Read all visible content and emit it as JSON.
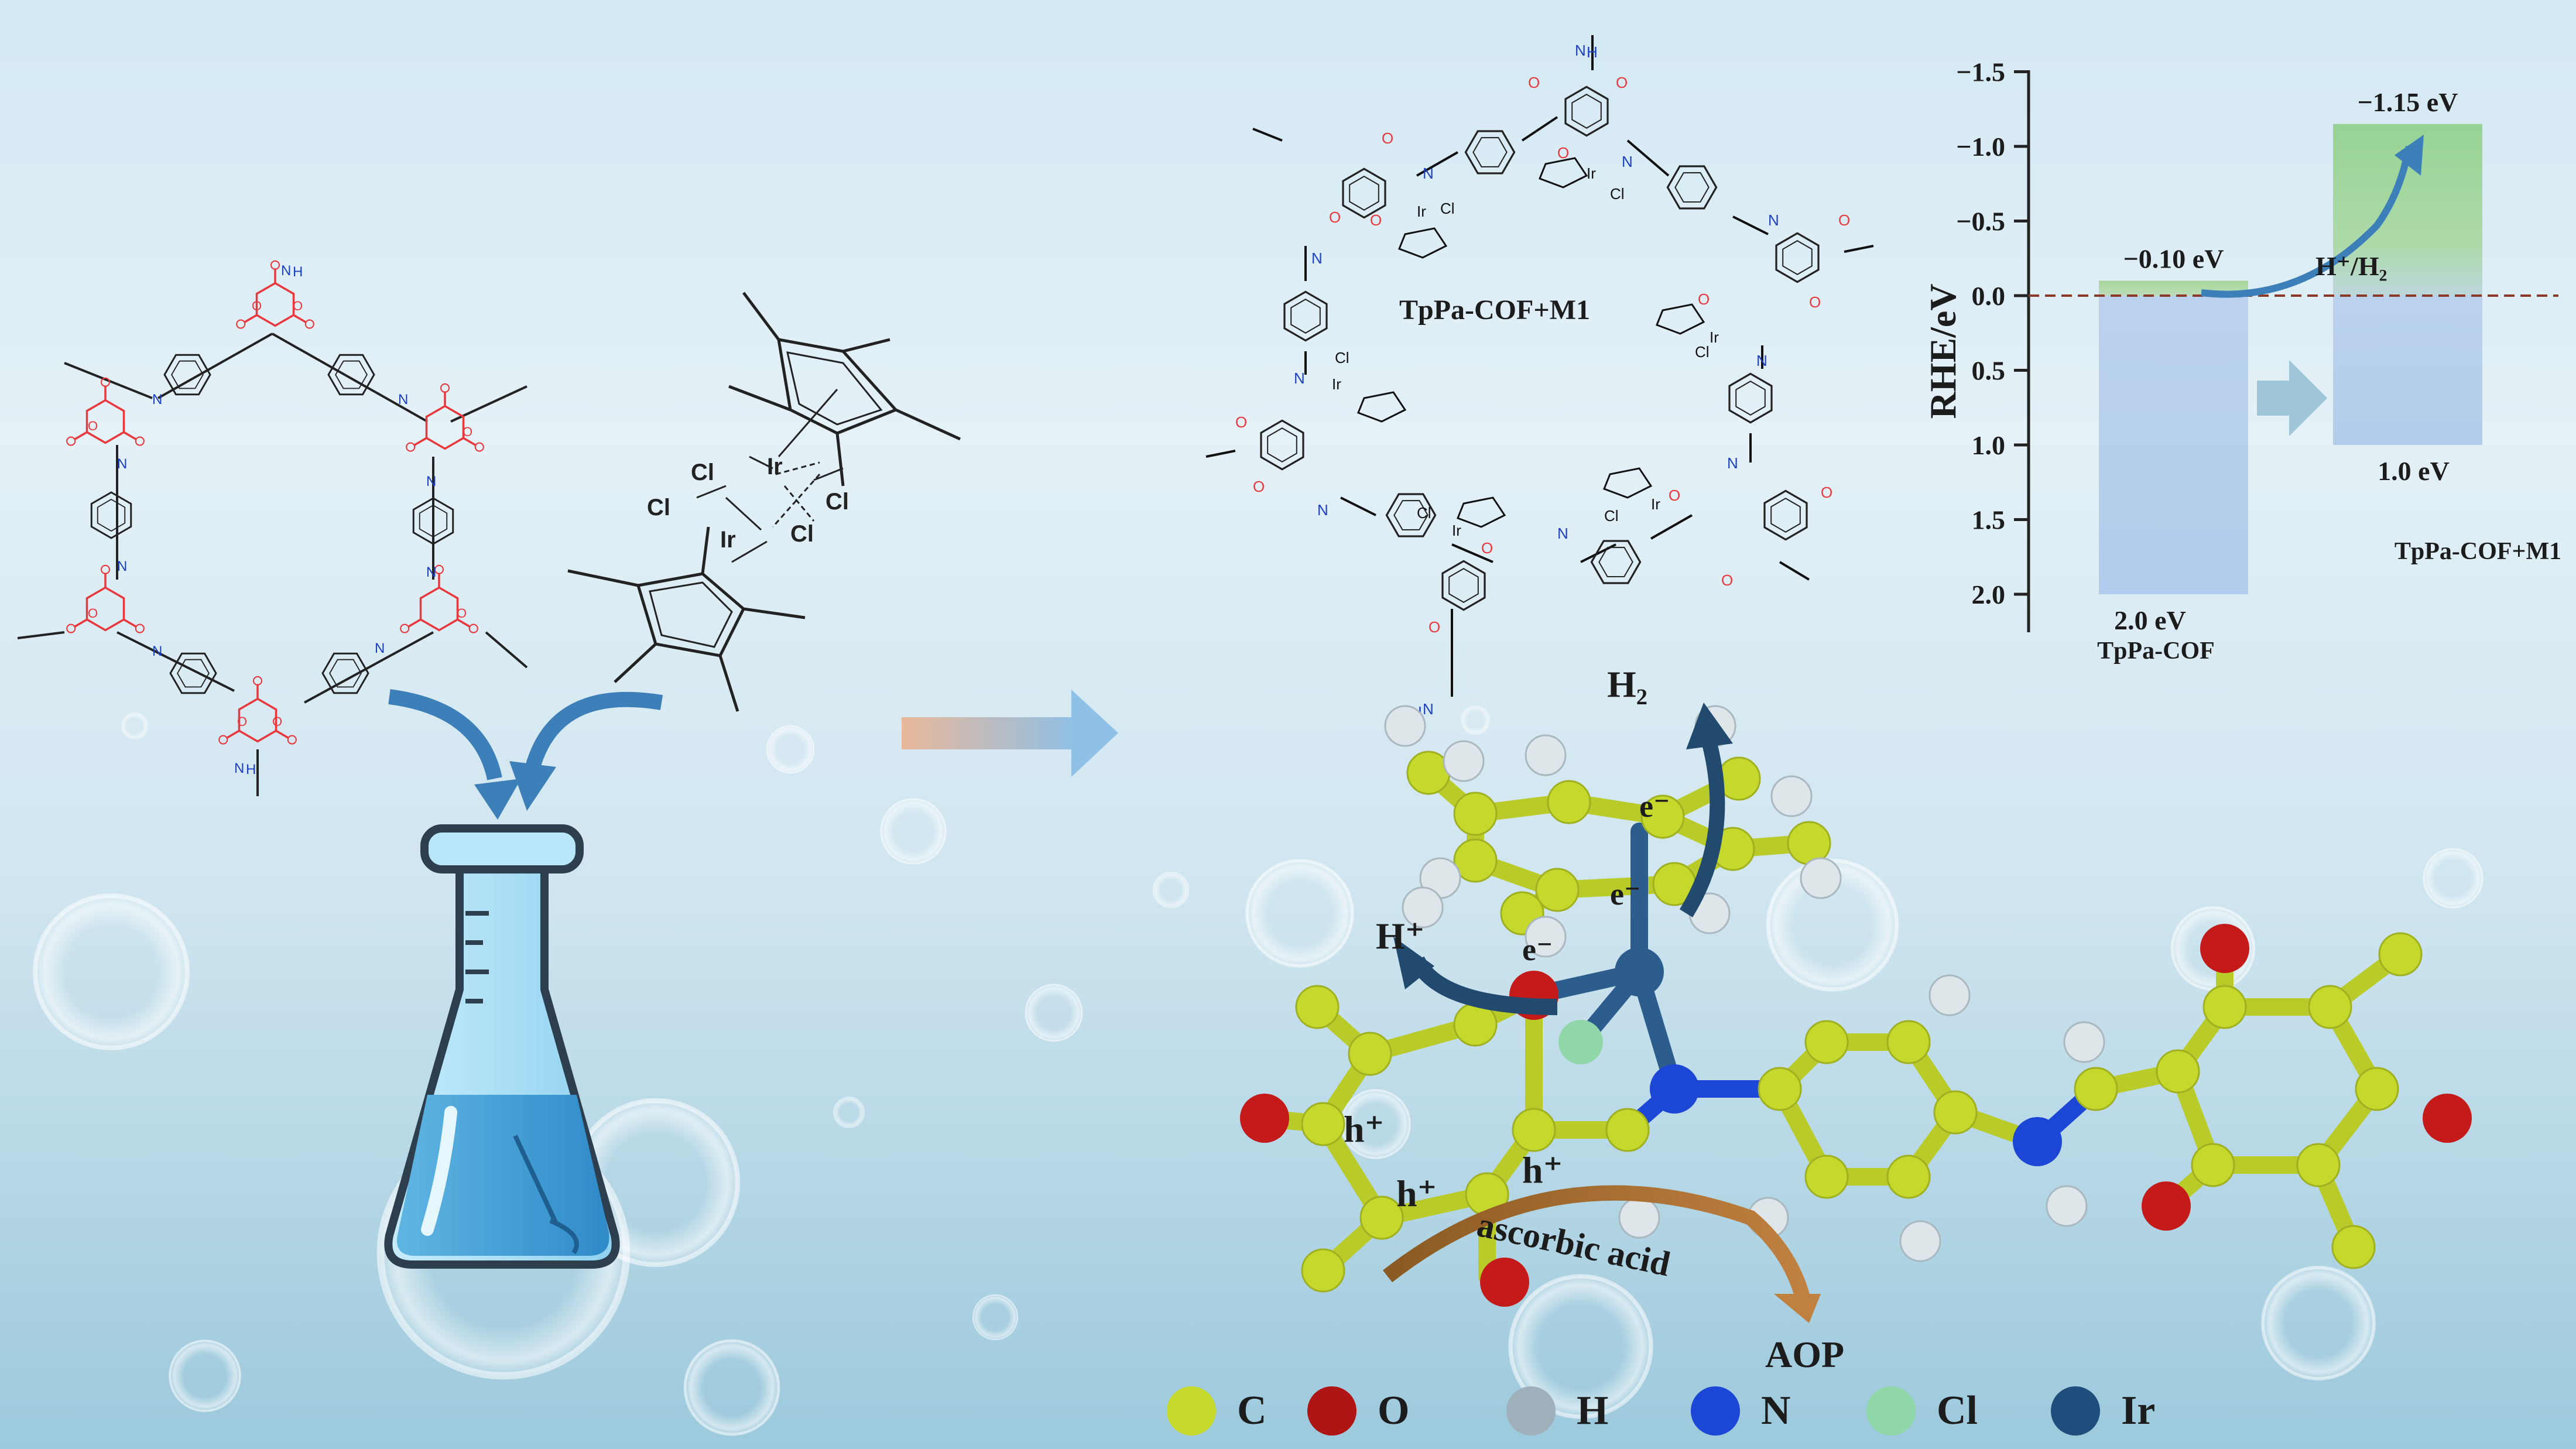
{
  "colors": {
    "red_ring": "#e8383d",
    "amine_blue": "#1d3fc4",
    "arrow_blue": "#3d7fb8",
    "carbon": "#c5d82c",
    "oxygen": "#c41a1a",
    "hydrogen": "#c8d2d8",
    "nitrogen": "#1c46d6",
    "chlorine": "#8fd6a8",
    "iridium": "#2c5d8c",
    "cb_green": "#8fd08a",
    "vb_blue": "#a9c6ea",
    "brown_arrow": "#a66a2a"
  },
  "left_scheme": {
    "cof_atom_labels": {
      "n": "N",
      "h": "H",
      "o": "O"
    },
    "dimer_labels": {
      "cl": "Cl",
      "ir": "Ir"
    }
  },
  "product_structure": {
    "title": "TpPa-COF+M1",
    "atom_labels": {
      "n": "N",
      "h": "H",
      "o": "O",
      "ir": "Ir",
      "cl": "Cl"
    }
  },
  "band_chart": {
    "ylabel": "RHE/eV",
    "ticks": [
      "−1.5",
      "−1.0",
      "−0.5",
      "0.0",
      "0.5",
      "1.0",
      "1.5",
      "2.0"
    ],
    "tick_values": [
      -1.5,
      -1.0,
      -0.5,
      0.0,
      0.5,
      1.0,
      1.5,
      2.0
    ],
    "materials": [
      {
        "name": "TpPa-COF",
        "cb": -0.1,
        "vb": 2.0,
        "cb_label": "−0.10 eV",
        "vb_label": "2.0 eV"
      },
      {
        "name": "TpPa-COF+M1",
        "cb": -1.15,
        "vb": 1.0,
        "cb_label": "−1.15 eV",
        "vb_label": "1.0 eV"
      }
    ],
    "reference_label": "H⁺/H₂"
  },
  "mechanism": {
    "h2": "H₂",
    "hplus": "H⁺",
    "electron": "e⁻",
    "hole": "h⁺",
    "ascorbic": "ascorbic acid",
    "aop": "AOP"
  },
  "legend": [
    {
      "label": "C",
      "color": "#c5d82c"
    },
    {
      "label": "O",
      "color": "#b01515"
    },
    {
      "label": "H",
      "color": "#9fb0ba"
    },
    {
      "label": "N",
      "color": "#1c46d6"
    },
    {
      "label": "Cl",
      "color": "#8fd6a8"
    },
    {
      "label": "Ir",
      "color": "#1f4e7c"
    }
  ]
}
